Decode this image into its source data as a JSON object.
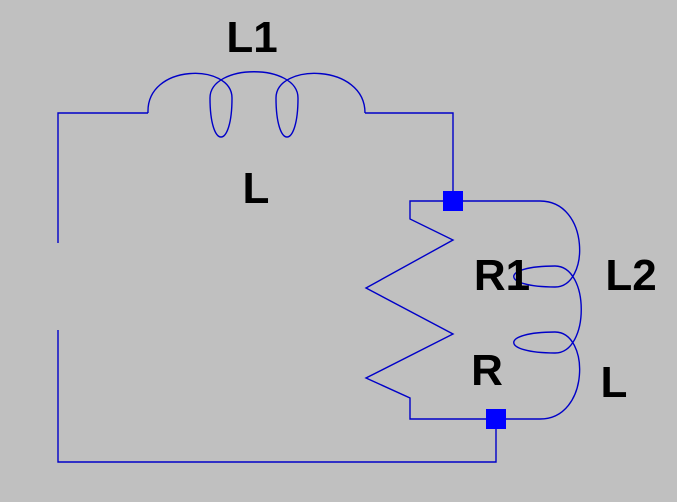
{
  "schematic": {
    "background": "#c0c0c0",
    "wire_color": "#0000c8",
    "junction_color": "#0000ff",
    "label_color": "#000000",
    "components": [
      {
        "id": "l1",
        "type": "inductor",
        "name": "L1",
        "value": "L"
      },
      {
        "id": "r1",
        "type": "resistor",
        "name": "R1",
        "value": "R"
      },
      {
        "id": "l2",
        "type": "inductor",
        "name": "L2",
        "value": "L"
      }
    ]
  }
}
